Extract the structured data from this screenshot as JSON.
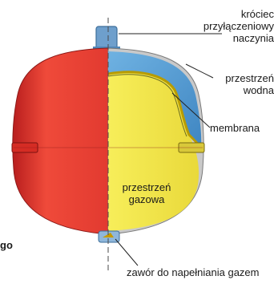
{
  "labels": {
    "connector": [
      "króciec",
      "przyłączeniowy",
      "naczynia"
    ],
    "water_space": [
      "przestrzeń",
      "wodna"
    ],
    "membrane": "membrana",
    "gas_space": [
      "przestrzeń",
      "gazowa"
    ],
    "gas_valve": "zawór do napełniania gazem",
    "cut_text": "go"
  },
  "colors": {
    "red_shell": "#e8342c",
    "yellow_gas": "#f4e84a",
    "blue_water": "#5a9fd4",
    "membrane": "#c4a800",
    "steel": "#7aa7cf",
    "leader": "#222222"
  }
}
